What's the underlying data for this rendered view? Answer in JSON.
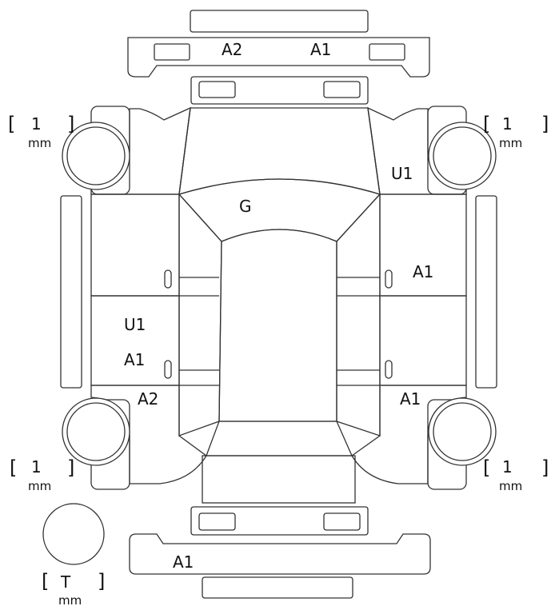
{
  "tire_depths": {
    "front_left": {
      "value": "1",
      "unit": "mm"
    },
    "front_right": {
      "value": "1",
      "unit": "mm"
    },
    "rear_left": {
      "value": "1",
      "unit": "mm"
    },
    "rear_right": {
      "value": "1",
      "unit": "mm"
    },
    "spare": {
      "value": "T",
      "unit": "mm"
    }
  },
  "damage_codes": {
    "front_bumper_left": "A2",
    "front_bumper_right": "A1",
    "hood": "G",
    "right_front_fender": "U1",
    "right_front_door": "A1",
    "left_rear_door_upper": "U1",
    "left_rear_door_lower": "A1",
    "left_rocker": "A2",
    "right_rocker": "A1",
    "rear_bumper": "A1"
  },
  "colors": {
    "line": "#333333",
    "background": "#ffffff"
  }
}
